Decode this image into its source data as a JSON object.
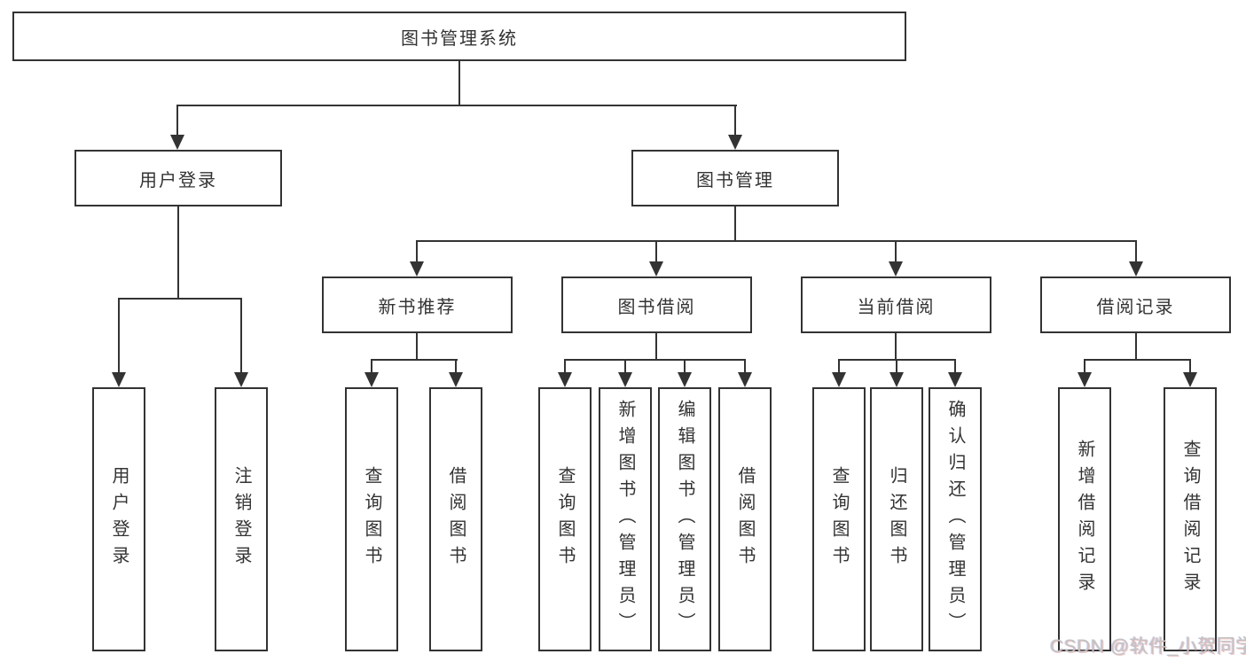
{
  "tree": {
    "label": "图书管理系统",
    "children": [
      {
        "label": "用户登录",
        "children": [
          {
            "label": "用户登录"
          },
          {
            "label": "注销登录"
          }
        ]
      },
      {
        "label": "图书管理",
        "children": [
          {
            "label": "新书推荐",
            "children": [
              {
                "label": "查询图书"
              },
              {
                "label": "借阅图书"
              }
            ]
          },
          {
            "label": "图书借阅",
            "children": [
              {
                "label": "查询图书"
              },
              {
                "label": "新增图书（管理员）"
              },
              {
                "label": "编辑图书（管理员）"
              },
              {
                "label": "借阅图书"
              }
            ]
          },
          {
            "label": "当前借阅",
            "children": [
              {
                "label": "查询图书"
              },
              {
                "label": "归还图书"
              },
              {
                "label": "确认归还（管理员）"
              }
            ]
          },
          {
            "label": "借阅记录",
            "children": [
              {
                "label": "新增借阅记录"
              },
              {
                "label": "查询借阅记录"
              }
            ]
          }
        ]
      }
    ]
  },
  "watermark": {
    "text": "CSDN @软件_小贺同学"
  },
  "colors": {
    "line": "#333333",
    "box_border": "#333333",
    "text": "#333333",
    "background": "#ffffff",
    "watermark": "#c3c3c3"
  }
}
